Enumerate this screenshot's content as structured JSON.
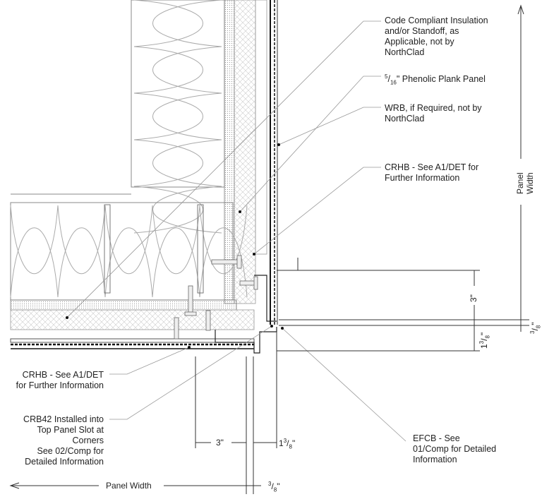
{
  "notes": {
    "insulation": {
      "line1": "Code Compliant Insulation",
      "line2": "and/or Standoff, as",
      "line3": "Applicable, not by",
      "line4": "NorthClad"
    },
    "phenolic": {
      "num": "5",
      "den": "16",
      "text": "\" Phenolic Plank Panel"
    },
    "wrb": {
      "line1": "WRB, if Required, not by",
      "line2": "NorthClad"
    },
    "crhb_right": {
      "line1": "CRHB - See A1/DET for",
      "line2": "Further Information"
    },
    "crhb_left": {
      "line1": "CRHB - See A1/DET",
      "line2": "for Further Information"
    },
    "crb42": {
      "line1": "CRB42 Installed into",
      "line2": "Top Panel Slot at",
      "line3": "Corners",
      "line4": "See 02/Comp for",
      "line5": "Detailed Information"
    },
    "efcb": {
      "line1": "EFCB - See",
      "line2": "01/Comp for Detailed",
      "line3": "Information"
    }
  },
  "dimensions": {
    "panel_width_vertical": "Panel Width",
    "panel_width_horizontal": "Panel Width",
    "right_3in": "3\"",
    "right_1_3_8": {
      "whole": "1",
      "num": "3",
      "den": "8",
      "unit": "\""
    },
    "right_3_8": {
      "num": "3",
      "den": "8",
      "unit": "\""
    },
    "bottom_3in": "3\"",
    "bottom_1_3_8": {
      "whole": "1",
      "num": "3",
      "den": "8",
      "unit": "\""
    },
    "bottom_3_8": {
      "num": "3",
      "den": "8",
      "unit": "\""
    }
  },
  "colors": {
    "line": "#222222",
    "leader": "#999999",
    "hatch": "#bbbbbb"
  }
}
